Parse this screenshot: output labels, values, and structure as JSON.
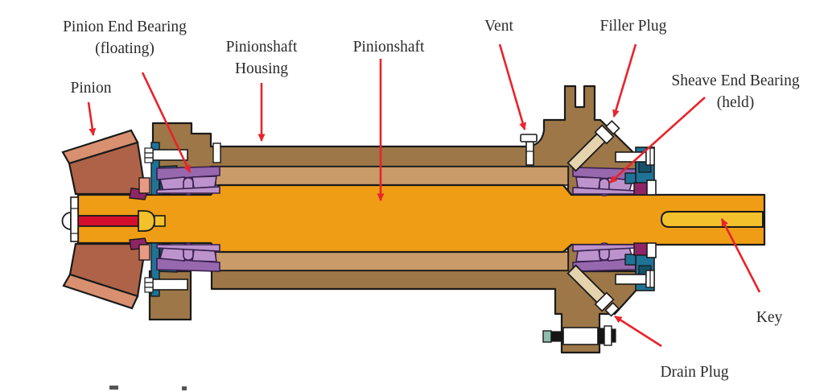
{
  "diagram": {
    "type": "mechanical-cross-section",
    "subject": "Pinionshaft assembly cutaway with part callouts",
    "labels": {
      "pinion_end_bearing": {
        "line1": "Pinion End Bearing",
        "line2": "(floating)"
      },
      "pinion": {
        "line1": "Pinion"
      },
      "pinionshaft_housing": {
        "line1": "Pinionshaft",
        "line2": "Housing"
      },
      "pinionshaft": {
        "line1": "Pinionshaft"
      },
      "vent": {
        "line1": "Vent"
      },
      "filler_plug": {
        "line1": "Filler Plug"
      },
      "sheave_end_bearing": {
        "line1": "Sheave End Bearing",
        "line2": "(held)"
      },
      "key": {
        "line1": "Key"
      },
      "drain_plug": {
        "line1": "Drain Plug"
      }
    },
    "colors": {
      "outline": "#1a1a1a",
      "housing_brown": "#9D7747",
      "bore_tan": "#C99B68",
      "shaft_orange": "#EE9D15",
      "key_yellow": "#F2C12B",
      "lock_red": "#D30F2D",
      "pinion_dark": "#AE6348",
      "pinion_light": "#D89070",
      "bearing_light": "#BC93CD",
      "bearing_dark": "#9768AE",
      "bearing_outline": "#3A1F4E",
      "retainer_teal": "#1F7396",
      "retainer_teal_dark": "#175068",
      "spacer_magenta": "#8E2566",
      "seal_pink": "#E99A85",
      "plug_cream": "#E5D3AE",
      "plug_green": "#8FBDB0",
      "bolt_black": "#151515",
      "white": "#FFFFFF",
      "arrow_red": "#E8232B",
      "label_text": "#2B2B2B"
    }
  }
}
